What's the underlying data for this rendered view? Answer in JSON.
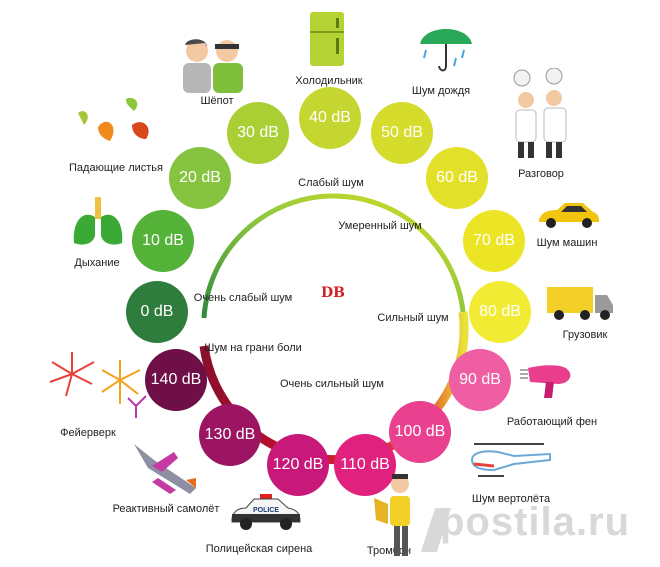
{
  "center_label": "DB",
  "ring_labels": [
    {
      "key": "weak",
      "text": "Слабый шум",
      "color": "#8cc63f"
    },
    {
      "key": "moderate",
      "text": "Умеренный шум",
      "color": "#c9dd30"
    },
    {
      "key": "very_weak",
      "text": "Очень слабый шум",
      "color": "#3aa935"
    },
    {
      "key": "strong",
      "text": "Сильный шум",
      "color": "#e64b2a"
    },
    {
      "key": "pain",
      "text": "Шум на грани боли",
      "color": "#9b1231"
    },
    {
      "key": "very_strong",
      "text": "Очень сильный шум",
      "color": "#d11a2a"
    }
  ],
  "levels": [
    {
      "db": "0 dB",
      "label": "",
      "color": "#2f7d3d",
      "icon": "none"
    },
    {
      "db": "10 dB",
      "label": "Дыхание",
      "color": "#53b237",
      "icon": "lungs-icon"
    },
    {
      "db": "20 dB",
      "label": "Падающие листья",
      "color": "#86c440",
      "icon": "leaves-icon"
    },
    {
      "db": "30 dB",
      "label": "Шёпот",
      "color": "#a9cf35",
      "icon": "whisper-icon"
    },
    {
      "db": "40 dB",
      "label": "Холодильник",
      "color": "#c5d630",
      "icon": "fridge-icon"
    },
    {
      "db": "50 dB",
      "label": "Шум дождя",
      "color": "#d5dc2c",
      "icon": "umbrella-icon"
    },
    {
      "db": "60 dB",
      "label": "Разговор",
      "color": "#e3e02a",
      "icon": "conversation-icon"
    },
    {
      "db": "70 dB",
      "label": "Шум машин",
      "color": "#ece526",
      "icon": "car-icon"
    },
    {
      "db": "80 dB",
      "label": "Грузовик",
      "color": "#f2eb34",
      "icon": "truck-icon"
    },
    {
      "db": "90 dB",
      "label": "Работающий фен",
      "color": "#ef5da3",
      "icon": "hairdryer-icon"
    },
    {
      "db": "100 dB",
      "label": "Шум вертолёта",
      "color": "#e9418f",
      "icon": "helicopter-icon"
    },
    {
      "db": "110 dB",
      "label": "Тромбон",
      "color": "#e0217d",
      "icon": "trombone-icon"
    },
    {
      "db": "120 dB",
      "label": "Полицейская сирена",
      "color": "#c8197a",
      "icon": "police-car-icon"
    },
    {
      "db": "130 dB",
      "label": "Реактивный самолёт",
      "color": "#9b1563",
      "icon": "jet-icon"
    },
    {
      "db": "140 dB",
      "label": "Фейерверк",
      "color": "#6e0f47",
      "icon": "fireworks-icon"
    }
  ],
  "police_text": "POLICE",
  "watermark": "postila.ru"
}
